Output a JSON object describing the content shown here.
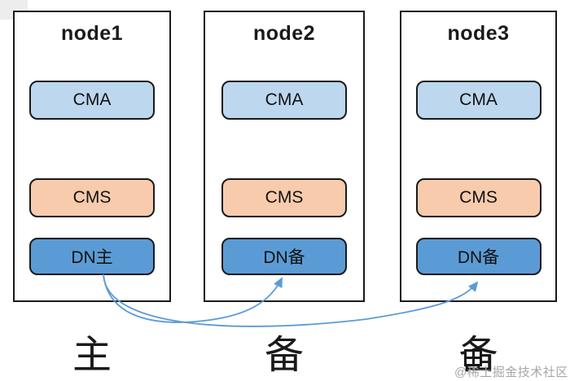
{
  "diagram": {
    "title_hint": "cluster primary/standby deployment diagram",
    "nodes": [
      {
        "title": "node1",
        "role": "主",
        "components": [
          {
            "label": "CMA",
            "type": "cma"
          },
          {
            "label": "CMS",
            "type": "cms"
          },
          {
            "label": "DN主",
            "type": "dn"
          }
        ]
      },
      {
        "title": "node2",
        "role": "备",
        "components": [
          {
            "label": "CMA",
            "type": "cma"
          },
          {
            "label": "CMS",
            "type": "cms"
          },
          {
            "label": "DN备",
            "type": "dn"
          }
        ]
      },
      {
        "title": "node3",
        "role": "备",
        "components": [
          {
            "label": "CMA",
            "type": "cma"
          },
          {
            "label": "CMS",
            "type": "cms"
          },
          {
            "label": "DN备",
            "type": "dn"
          }
        ]
      }
    ],
    "arrows": [
      {
        "from": "node1 DN主",
        "to": "node2 DN备"
      },
      {
        "from": "node1 DN主",
        "to": "node3 DN备"
      }
    ],
    "colors": {
      "cma_fill": "#BDD7EE",
      "cms_fill": "#F8CBAD",
      "dn_fill": "#5B9BD5",
      "arrow": "#5B9BD5",
      "border": "#1a1a1a"
    },
    "watermark": "@稀土掘金技术社区"
  }
}
